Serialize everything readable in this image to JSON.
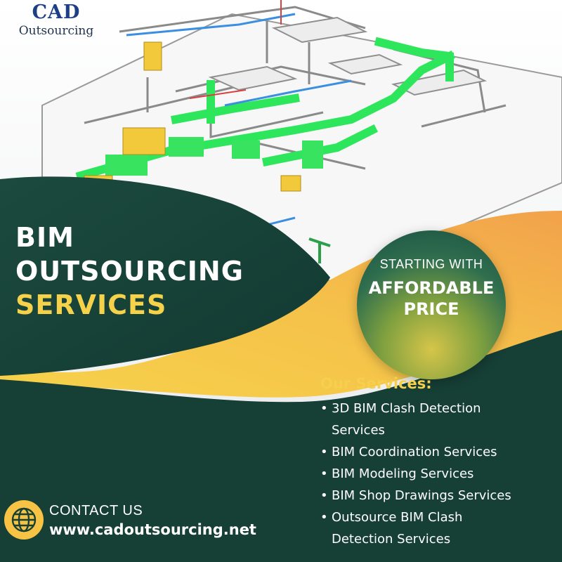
{
  "logo": {
    "line1": "CAD",
    "line2": "Outsourcing"
  },
  "headline": {
    "line1": "BIM",
    "line2": "OUTSOURCING",
    "line3": "SERVICES"
  },
  "price_badge": {
    "top": "STARTING WITH",
    "middle": "AFFORDABLE",
    "bottom": "PRICE"
  },
  "services": {
    "title": "Our Services:",
    "items": [
      {
        "line1": "3D BIM Clash Detection",
        "line2": "Services"
      },
      {
        "line1": "BIM Coordination Services"
      },
      {
        "line1": "BIM Modeling Services"
      },
      {
        "line1": "BIM Shop Drawings Services"
      },
      {
        "line1": "Outsource BIM Clash",
        "line2": "Detection Services"
      }
    ]
  },
  "contact": {
    "label": "CONTACT US",
    "url": "www.cadoutsourcing.net"
  },
  "colors": {
    "dark_green": "#163f36",
    "accent_yellow": "#f6d24b",
    "accent_orange": "#f2a24b",
    "logo_blue": "#1e3f86"
  },
  "icons": {
    "contact": "globe-icon"
  }
}
